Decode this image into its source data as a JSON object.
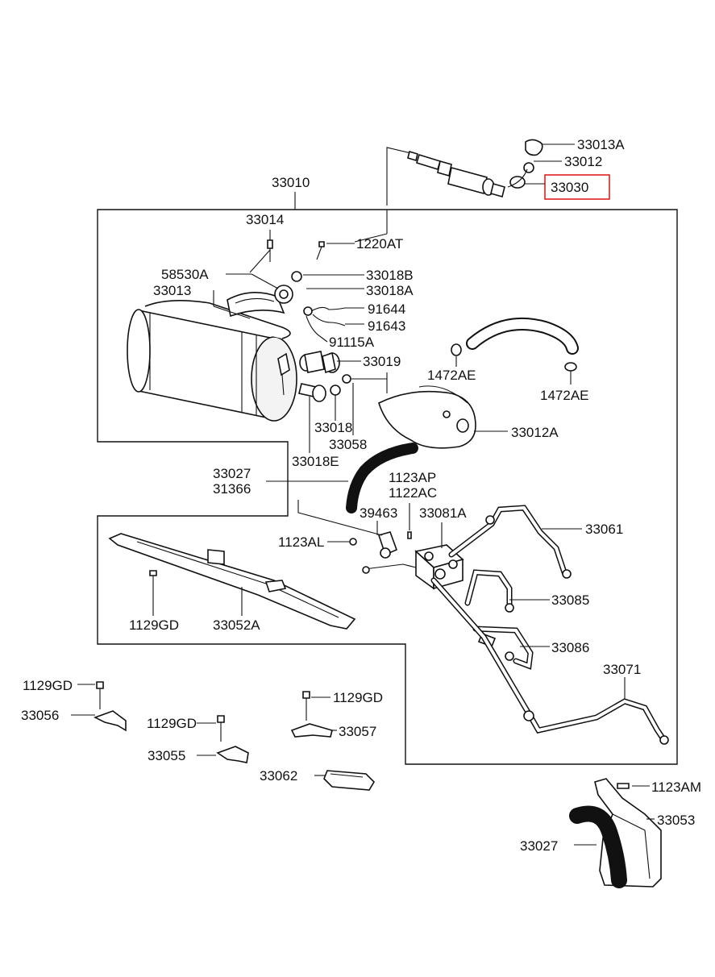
{
  "labels": {
    "p33013A": "33013A",
    "p33012": "33012",
    "p33030": "33030",
    "p33010": "33010",
    "p33014": "33014",
    "p1220AT": "1220AT",
    "p58530A": "58530A",
    "p33018B": "33018B",
    "p33013": "33013",
    "p33018A": "33018A",
    "p91644": "91644",
    "p91643": "91643",
    "p91115A": "91115A",
    "p33019": "33019",
    "p1472AE_a": "1472AE",
    "p1472AE_b": "1472AE",
    "p33012A": "33012A",
    "p33018": "33018",
    "p33058": "33058",
    "p33018E": "33018E",
    "p33027_a": "33027",
    "p31366": "31366",
    "p1123AP": "1123AP",
    "p1122AC": "1122AC",
    "p39463": "39463",
    "p33081A": "33081A",
    "p33061": "33061",
    "p1123AL": "1123AL",
    "p33085": "33085",
    "p1129GD_a": "1129GD",
    "p33052A": "33052A",
    "p33086": "33086",
    "p33071": "33071",
    "p1129GD_b": "1129GD",
    "p33056": "33056",
    "p1129GD_c": "1129GD",
    "p1129GD_d": "1129GD",
    "p33057": "33057",
    "p33055": "33055",
    "p33062": "33062",
    "p1123AM": "1123AM",
    "p33053": "33053",
    "p33027_b": "33027"
  },
  "highlight": {
    "part": "33030",
    "color": "#e0201f"
  }
}
